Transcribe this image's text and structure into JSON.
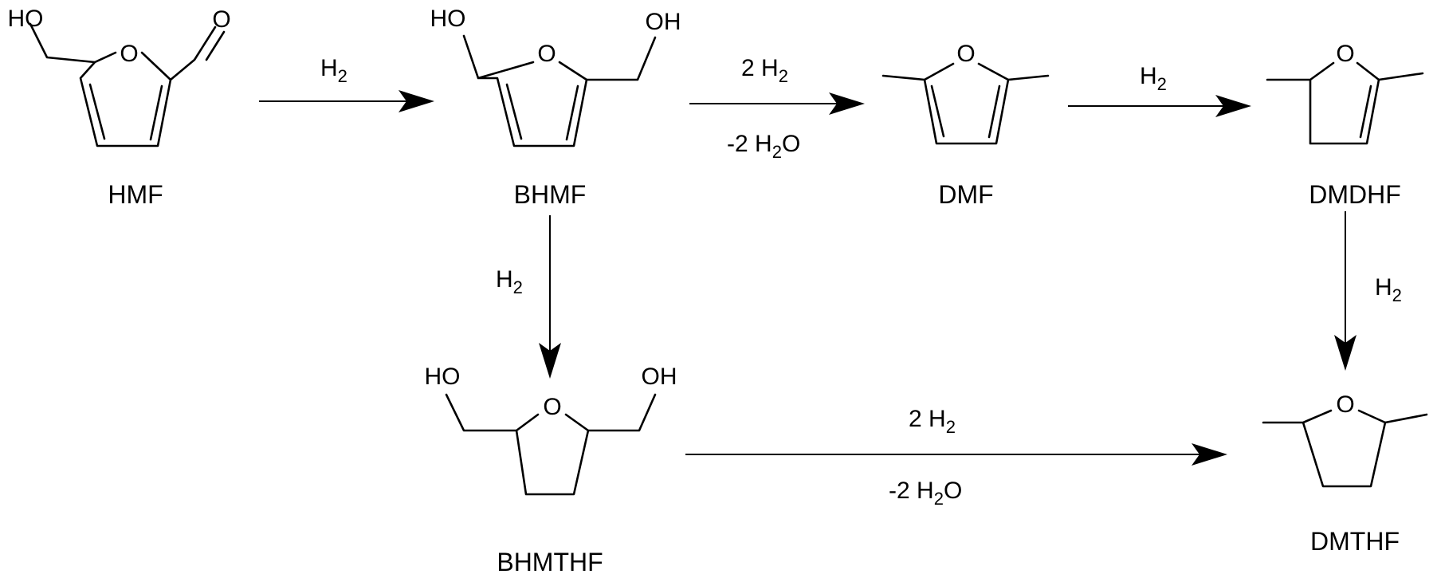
{
  "compounds": {
    "hmf": "HMF",
    "bhmf": "BHMF",
    "dmf": "DMF",
    "dmdhf": "DMDHF",
    "bhmthf": "BHMTHF",
    "dmthf": "DMTHF"
  },
  "atoms": {
    "oxygen": "O",
    "hydroxyl_left": "HO",
    "hydroxyl_right": "OH"
  },
  "reagents": {
    "h2": {
      "element": "H",
      "sub": "2"
    },
    "two_h2": {
      "prefix": "2 H",
      "sub": "2"
    },
    "minus_two_h2o": {
      "prefix": "-2 H",
      "sub": "2",
      "suffix": "O"
    }
  },
  "colors": {
    "ink": "#000000",
    "background": "#ffffff"
  }
}
